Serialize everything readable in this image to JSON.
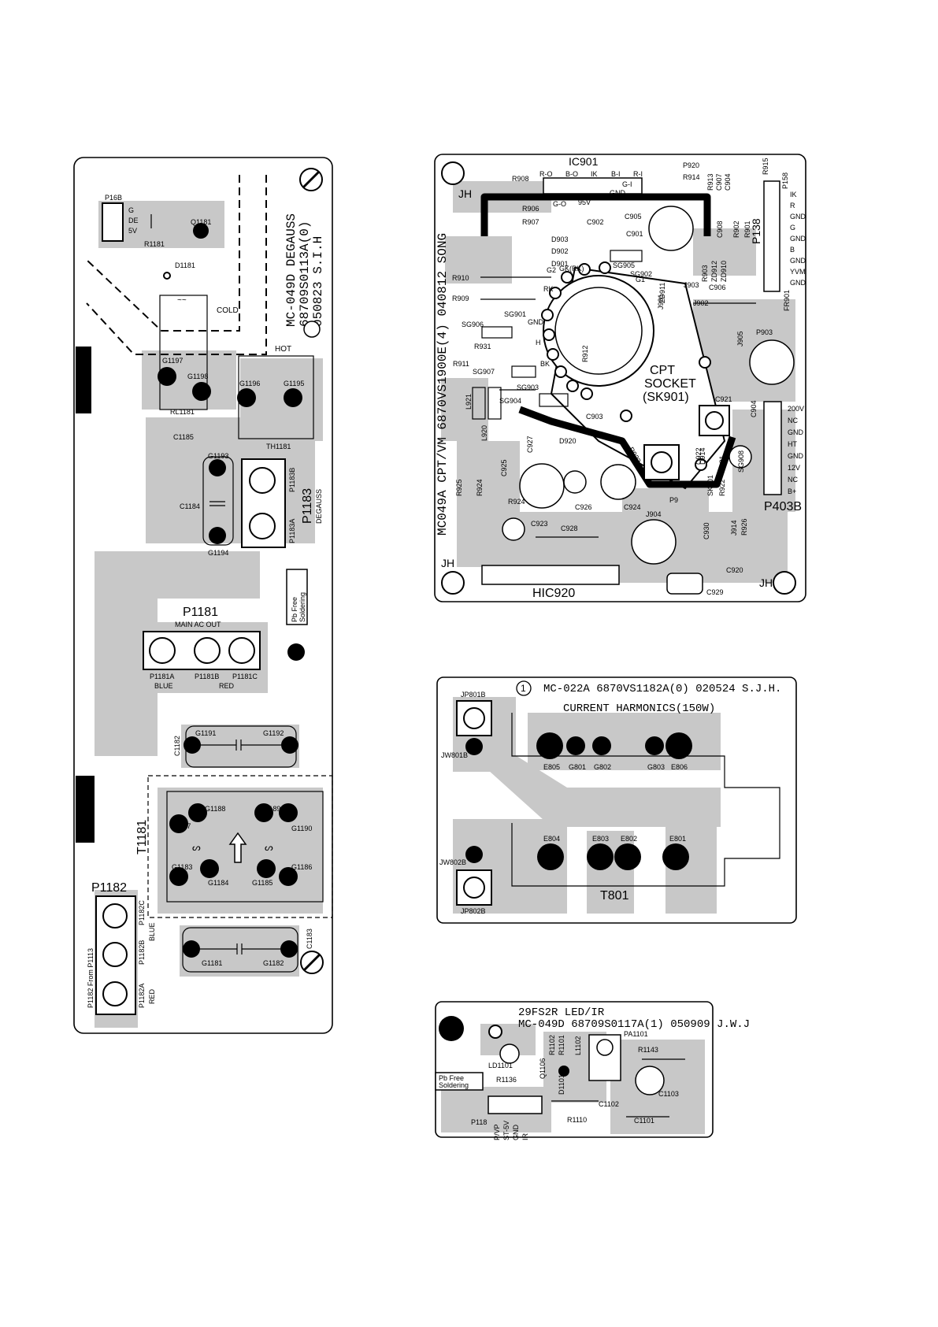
{
  "degauss": {
    "title": [
      "MC-049D DEGAUSS",
      "68709S0113A(0)",
      "050823 S.I.H"
    ],
    "labels": {
      "p16b": "P16B",
      "g": "G",
      "de": "DE",
      "v5": "5V",
      "r1181": "R1181",
      "q1181": "Q1181",
      "d1181": "D1181",
      "cold": "COLD",
      "hot": "HOT",
      "g1197": "G1197",
      "g1198": "G1198",
      "g1196": "G1196",
      "g1195": "G1195",
      "rl1181": "RL1181",
      "c1185": "C1185",
      "th1181": "TH1181",
      "g1193": "G1193",
      "g1194": "G1194",
      "c1184": "C1184",
      "p1183b": "P1183B",
      "p1183a": "P1183A",
      "p1183": "P1183",
      "degauss": "DEGAUSS",
      "pb_free": "Pb Free",
      "soldering": "Soldering",
      "p1181": "P1181",
      "main_ac_out": "MAIN AC OUT",
      "p1181a": "P1181A",
      "p1181b": "P1181B",
      "p1181c": "P1181C",
      "blue": "BLUE",
      "red": "RED",
      "c1182": "C1182",
      "g1191": "G1191",
      "g1192": "G1192",
      "t1181": "T1181",
      "g1188": "G1188",
      "g1187": "G1187",
      "g1189": "G1189",
      "g1190": "G1190",
      "g1183": "G1183",
      "g1184": "G1184",
      "g1185": "G1185",
      "g1186": "G1186",
      "p1182": "P1182",
      "p1182c": "P1182C",
      "p1182b": "P1182B",
      "p1182a": "P1182A",
      "from_p1113": "P1182 From P1113",
      "blue2": "BLUE",
      "red2": "RED",
      "g1181": "G1181",
      "g1182": "G1182",
      "c1183": "C1183"
    }
  },
  "cpt": {
    "side_title": "MC049A CPT/VM  6870VS1900E(4) 040812 SONG",
    "ic901": "IC901",
    "socket": [
      "CPT",
      "SOCKET",
      "(SK901)"
    ],
    "hic920": "HIC920",
    "p403b": "P403B",
    "p158": "P158",
    "p138": "P138",
    "jh": "JH",
    "right_pins": [
      "200V",
      "NC",
      "GND",
      "HT",
      "GND",
      "12V",
      "NC",
      "B+"
    ],
    "top_pins": [
      "IK",
      "R",
      "GND",
      "G",
      "GND",
      "B",
      "GND",
      "YVM",
      "GND"
    ],
    "ic_pins": [
      "R-O",
      "B-O",
      "IK",
      "B-I",
      "R-I",
      "G-I",
      "G-O",
      "GND",
      "95V"
    ],
    "parts": [
      "R908",
      "R906",
      "R907",
      "C902",
      "C905",
      "C901",
      "D903",
      "D902",
      "D901",
      "SG905",
      "G2",
      "GK(RK)",
      "G1",
      "SG902",
      "R910",
      "R909",
      "RK",
      "SG901",
      "GND",
      "SG906",
      "H",
      "R931",
      "R911",
      "BK",
      "SG907",
      "SG903",
      "L921",
      "SG904",
      "L920",
      "C903",
      "C927",
      "D920",
      "C925",
      "R925",
      "R924",
      "C926",
      "C924",
      "C923",
      "C928",
      "J904",
      "C930",
      "C920",
      "C929",
      "P920",
      "R914",
      "R915",
      "R913",
      "C907",
      "C904",
      "C908",
      "R902",
      "R901",
      "R903",
      "ZD912",
      "ZD910",
      "ZD911",
      "J901",
      "FR901",
      "C906",
      "J905",
      "J903",
      "R912",
      "C904",
      "J902",
      "P903",
      "D914",
      "SG908",
      "SK901",
      "C921",
      "R922",
      "C922",
      "R923",
      "R921",
      "J914",
      "R926",
      "P9"
    ]
  },
  "harmonics": {
    "circle_mark": "1",
    "title": "MC-022A 6870VS1182A(0) 020524 S.J.H.",
    "subtitle": "CURRENT HARMONICS(150W)",
    "jp801b": "JP801B",
    "jw801b": "JW801B",
    "jw802b": "JW802B",
    "jp802b": "JP802B",
    "e805": "E805",
    "g801": "G801",
    "g802": "G802",
    "g803": "G803",
    "e806": "E806",
    "e804": "E804",
    "e803": "E803",
    "e802": "E802",
    "e801": "E801",
    "t801": "T801"
  },
  "led": {
    "title1": "29FS2R LED/IR",
    "title2": "MC-049D 68709S0117A(1) 050909 J.W.J",
    "labels": {
      "ld1101": "LD1101",
      "q1106": "Q1106",
      "r1102": "R1102",
      "r1101": "R1101",
      "l1102": "L1102",
      "pa1101": "PA1101",
      "r1143": "R1143",
      "r1136": "R1136",
      "d1101": "D1101",
      "c1102": "C1102",
      "c1103": "C1103",
      "c1101": "C1101",
      "r1110": "R1110",
      "p118": "P118",
      "pin_pvp": "P/VP",
      "pin_st5v": "ST-5V",
      "pin_gnd": "GND",
      "pin_ir": "IR",
      "pb_free": "Pb Free",
      "soldering": "Soldering"
    }
  }
}
